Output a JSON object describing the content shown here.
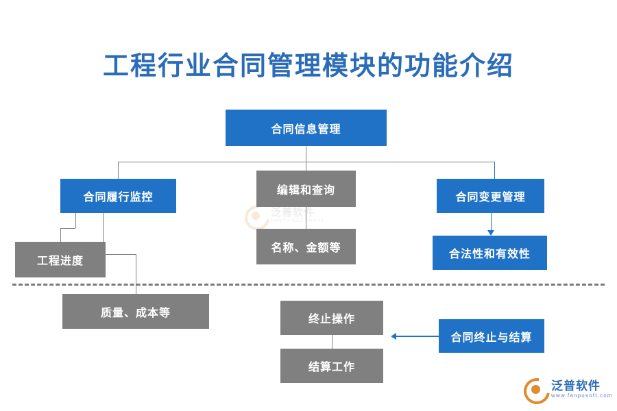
{
  "title": "工程行业合同管理模块的功能介绍",
  "watermark": {
    "center_cn": "泛普软件",
    "center_en": "FANPU SOFTWARE"
  },
  "logo": {
    "cn": "泛普软件",
    "en": "www.fanpusoft.com"
  },
  "nodes": {
    "root": "合同信息管理",
    "perform_monitor": "合同履行监控",
    "edit_query": "编辑和查询",
    "change_manage": "合同变更管理",
    "project_progress": "工程进度",
    "name_amount": "名称、金额等",
    "legality": "合法性和有效性",
    "quality_cost": "质量、成本等",
    "terminate_op": "终止操作",
    "settlement_work": "结算工作",
    "terminate_settle": "合同终止与结算"
  },
  "colors": {
    "blue": "#1f72c6",
    "gray": "#808080",
    "title": "#2b6cb8",
    "accent_orange": "#e08b2f"
  }
}
